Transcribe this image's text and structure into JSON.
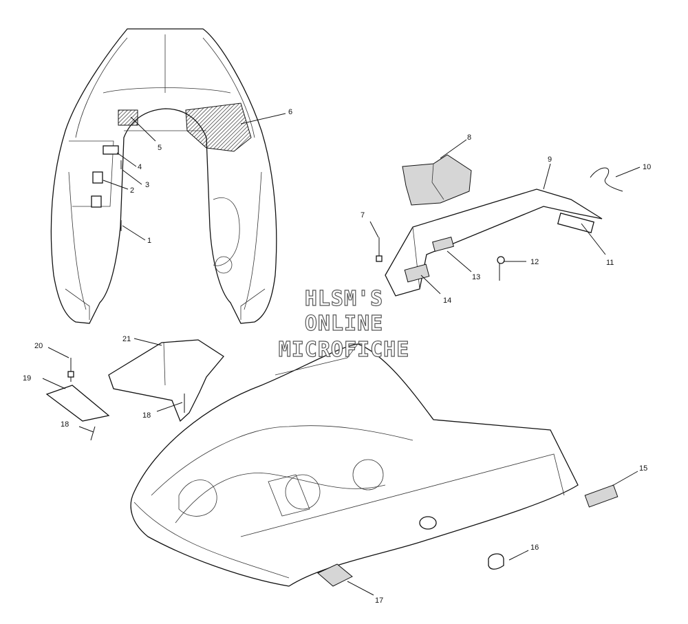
{
  "watermark": {
    "line1": "HLSM'S",
    "line2": "ONLINE",
    "line3": "MICROFICHE"
  },
  "callouts": [
    "1",
    "2",
    "3",
    "4",
    "5",
    "6",
    "7",
    "8",
    "9",
    "10",
    "11",
    "12",
    "13",
    "14",
    "15",
    "16",
    "17",
    "18",
    "18",
    "19",
    "20",
    "21"
  ]
}
